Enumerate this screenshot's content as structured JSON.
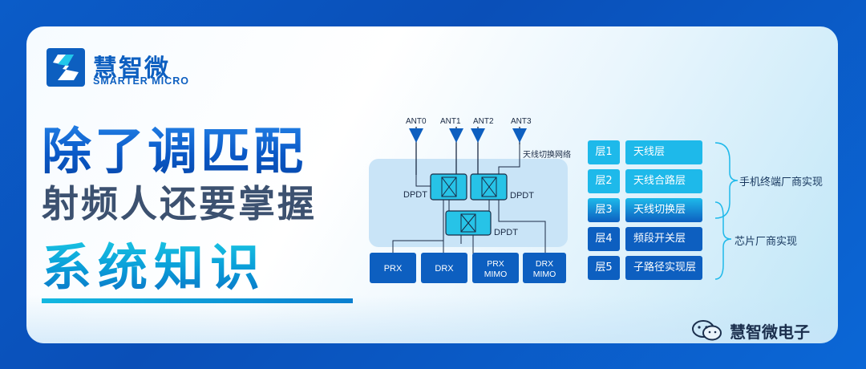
{
  "brand": {
    "name_cn": "慧智微",
    "name_en": "SMARTER MICRO"
  },
  "headline": {
    "line1": "除了调匹配",
    "line2": "射频人还要掌握",
    "line3": "系统知识"
  },
  "diagram": {
    "antennas": [
      "ANT0",
      "ANT1",
      "ANT2",
      "ANT3"
    ],
    "switch_network_label": "天线切换网络",
    "dpdt_labels": [
      "DPDT",
      "DPDT",
      "DPDT"
    ],
    "outputs": [
      "PRX",
      "DRX",
      "PRX\nMIMO",
      "DRX\nMIMO"
    ]
  },
  "layers": [
    {
      "level": "层1",
      "name": "天线层"
    },
    {
      "level": "层2",
      "name": "天线合路层"
    },
    {
      "level": "层3",
      "name": "天线切换层"
    },
    {
      "level": "层4",
      "name": "频段开关层"
    },
    {
      "level": "层5",
      "name": "子路径实现层"
    }
  ],
  "braces": {
    "top": "手机终端厂商实现",
    "bottom": "芯片厂商实现"
  },
  "footer": {
    "wechat_account": "慧智微电子"
  },
  "colors": {
    "brand_blue": "#0d5fc0",
    "cyan": "#1eb9ea",
    "background": "#0b5cc8"
  }
}
